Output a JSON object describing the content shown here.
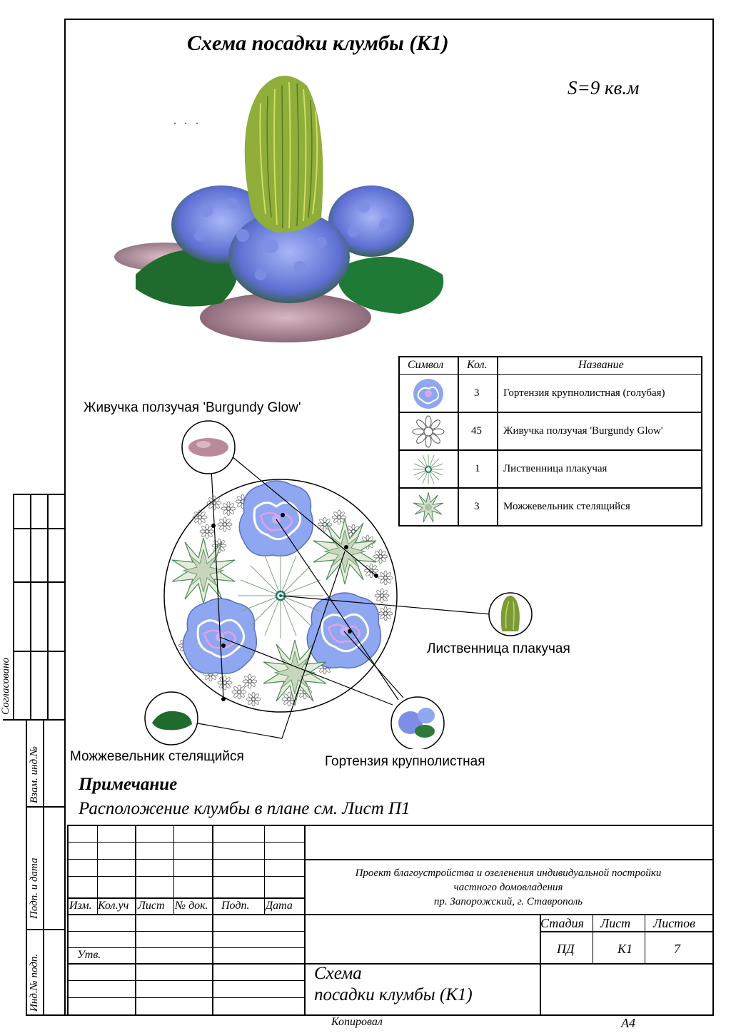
{
  "sheet": {
    "title": "Схема посадки  клумбы (К1)",
    "area": "S=9 кв.м",
    "note_heading": "Примечание",
    "note_text": "Расположение клумбы в плане см. Лист П1"
  },
  "legend": {
    "headers": {
      "symbol": "Символ",
      "count": "Кол.",
      "name": "Название"
    },
    "rows": [
      {
        "symbol_icon": "hydrangea-symbol-icon",
        "count": "3",
        "name": "Гортензия крупнолистная (голубая)"
      },
      {
        "symbol_icon": "ajuga-symbol-icon",
        "count": "45",
        "name": "Живучка ползучая 'Burgundy Glow'"
      },
      {
        "symbol_icon": "larch-symbol-icon",
        "count": "1",
        "name": "Лиственница плакучая"
      },
      {
        "symbol_icon": "juniper-symbol-icon",
        "count": "3",
        "name": "Можжевельник стелящийся"
      }
    ]
  },
  "callouts": {
    "ajuga": "Живучка ползучая 'Burgundy Glow'",
    "larch": "Лиственница плакучая",
    "juniper": "Можжевельник стелящийся",
    "hydrangea": "Гортензия крупнолистная"
  },
  "side_stamp": {
    "agreed": "Согласовано",
    "replace_inv": "Взам. инд.№",
    "sign_date": "Подп. и дата",
    "inv_orig": "Инд.№ подп."
  },
  "title_block": {
    "cols": [
      "Изм.",
      "Кол.уч",
      "Лист",
      "№ док.",
      "Подп.",
      "Дата"
    ],
    "approved": "Утв.",
    "project_line1": "Проект благоустройства и озеленения индивидуальной постройки",
    "project_line2": "частного домовладения",
    "project_line3": "пр. Запорожский, г. Ставрополь",
    "stage_label": "Стадия",
    "sheet_label": "Лист",
    "sheets_label": "Листов",
    "stage_value": "ПД",
    "sheet_value": "К1",
    "sheets_value": "7",
    "drawing_title_line1": "Схема",
    "drawing_title_line2": "посадки  клумбы (К1)",
    "copied": "Копировал",
    "format": "А4"
  },
  "colors": {
    "hydrangea": "#8fa6f0",
    "hydrangea_pink": "#e3a0e8",
    "juniper": "#9bb08f",
    "larch": "#7fa37f",
    "foliage_dark": "#1f6b2e",
    "foliage_light": "#c8d94a",
    "ajuga_pink": "#b98a9b"
  }
}
